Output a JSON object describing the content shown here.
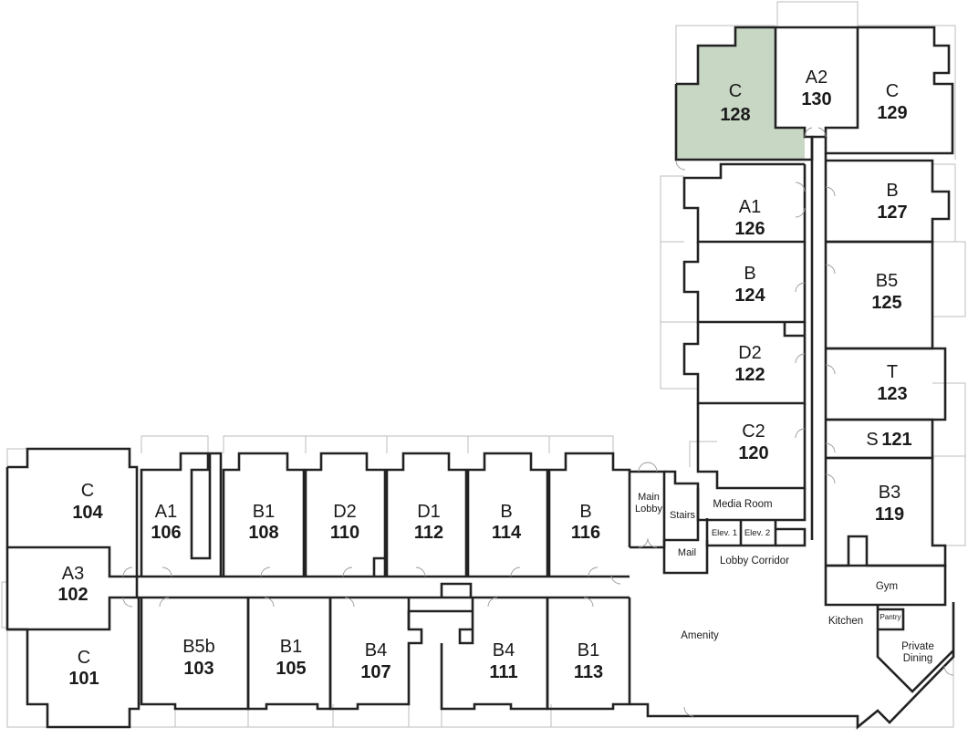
{
  "units": [
    {
      "id": "u128",
      "type": "C",
      "number": "128",
      "selected": true
    },
    {
      "id": "u130",
      "type": "A2",
      "number": "130"
    },
    {
      "id": "u129",
      "type": "C",
      "number": "129"
    },
    {
      "id": "u126",
      "type": "A1",
      "number": "126"
    },
    {
      "id": "u127",
      "type": "B",
      "number": "127"
    },
    {
      "id": "u124",
      "type": "B",
      "number": "124"
    },
    {
      "id": "u125",
      "type": "B5",
      "number": "125"
    },
    {
      "id": "u122",
      "type": "D2",
      "number": "122"
    },
    {
      "id": "u123",
      "type": "T",
      "number": "123"
    },
    {
      "id": "u120",
      "type": "C2",
      "number": "120"
    },
    {
      "id": "u121",
      "type": "S",
      "number": "121"
    },
    {
      "id": "u119",
      "type": "B3",
      "number": "119"
    },
    {
      "id": "u104",
      "type": "C",
      "number": "104"
    },
    {
      "id": "u106",
      "type": "A1",
      "number": "106"
    },
    {
      "id": "u108",
      "type": "B1",
      "number": "108"
    },
    {
      "id": "u110",
      "type": "D2",
      "number": "110"
    },
    {
      "id": "u112",
      "type": "D1",
      "number": "112"
    },
    {
      "id": "u114",
      "type": "B",
      "number": "114"
    },
    {
      "id": "u116",
      "type": "B",
      "number": "116"
    },
    {
      "id": "u102",
      "type": "A3",
      "number": "102"
    },
    {
      "id": "u101",
      "type": "C",
      "number": "101"
    },
    {
      "id": "u103",
      "type": "B5b",
      "number": "103"
    },
    {
      "id": "u105",
      "type": "B1",
      "number": "105"
    },
    {
      "id": "u107",
      "type": "B4",
      "number": "107"
    },
    {
      "id": "u111",
      "type": "B4",
      "number": "111"
    },
    {
      "id": "u113",
      "type": "B1",
      "number": "113"
    }
  ],
  "amenities": {
    "main_lobby_line1": "Main",
    "main_lobby_line2": "Lobby",
    "stairs": "Stairs",
    "media_room": "Media Room",
    "elev1": "Elev. 1",
    "elev2": "Elev. 2",
    "mail": "Mail",
    "lobby_corridor": "Lobby Corridor",
    "gym": "Gym",
    "amenity": "Amenity",
    "kitchen": "Kitchen",
    "pantry": "Pantry",
    "private_dining_line1": "Private",
    "private_dining_line2": "Dining"
  },
  "colors": {
    "selected_unit": "#c8d6c4",
    "wall": "#222222"
  }
}
